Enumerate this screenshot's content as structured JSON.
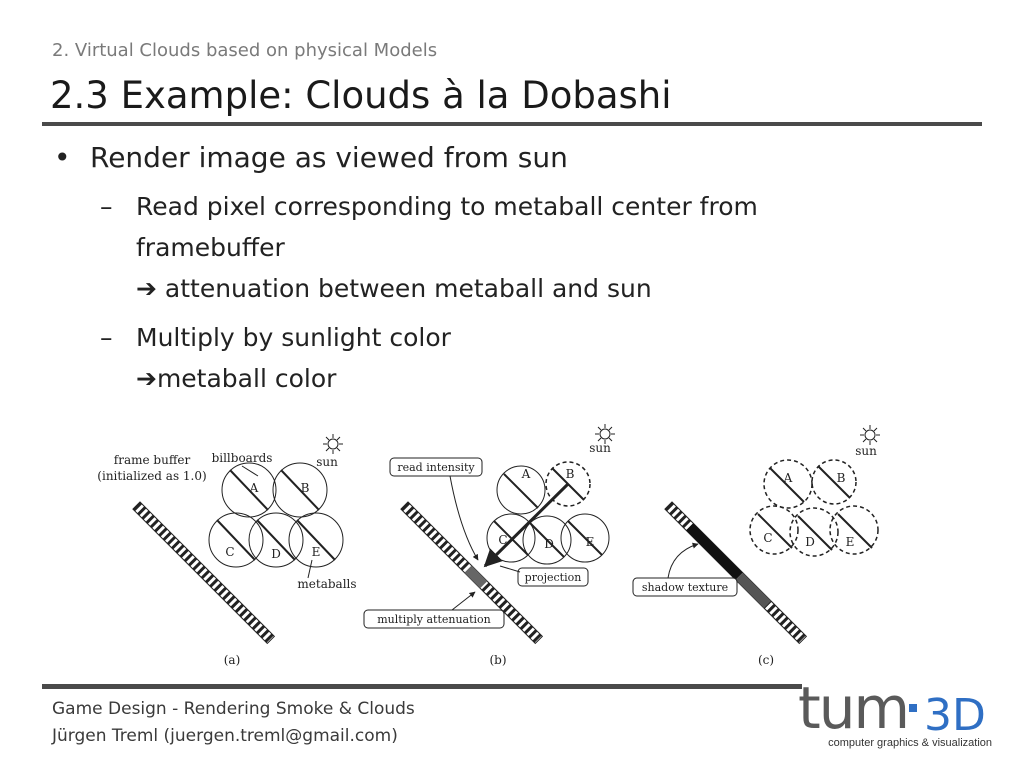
{
  "header": {
    "section": "2. Virtual Clouds based on physical Models",
    "title": "2.3 Example: Clouds à la Dobashi"
  },
  "bullets": [
    {
      "text": "Render image as viewed from sun",
      "sub": [
        {
          "line1": "Read pixel corresponding to metaball center from",
          "line2": "framebuffer",
          "line3": "attenuation between metaball and sun"
        },
        {
          "line1": "Multiply by sunlight color",
          "line3": "metaball color"
        }
      ]
    }
  ],
  "figure": {
    "a": {
      "caption": "(a)",
      "frame_buffer": "frame buffer",
      "initialized": "(initialized as 1.0)",
      "billboards": "billboards",
      "sun": "sun",
      "metaballs": "metaballs",
      "balls": [
        "A",
        "B",
        "C",
        "D",
        "E"
      ]
    },
    "b": {
      "caption": "(b)",
      "read_intensity": "read intensity",
      "projection": "projection",
      "multiply_attenuation": "multiply attenuation",
      "sun": "sun",
      "balls": [
        "A",
        "B",
        "C",
        "D",
        "E"
      ]
    },
    "c": {
      "caption": "(c)",
      "shadow_texture": "shadow texture",
      "sun": "sun",
      "balls": [
        "A",
        "B",
        "C",
        "D",
        "E"
      ]
    }
  },
  "footer": {
    "line1": "Game Design - Rendering Smoke & Clouds",
    "line2": "Jürgen Treml (juergen.treml@gmail.com)"
  },
  "logo": {
    "text_left": "tum",
    "text_right": "3D",
    "tagline": "computer graphics & visualization"
  }
}
